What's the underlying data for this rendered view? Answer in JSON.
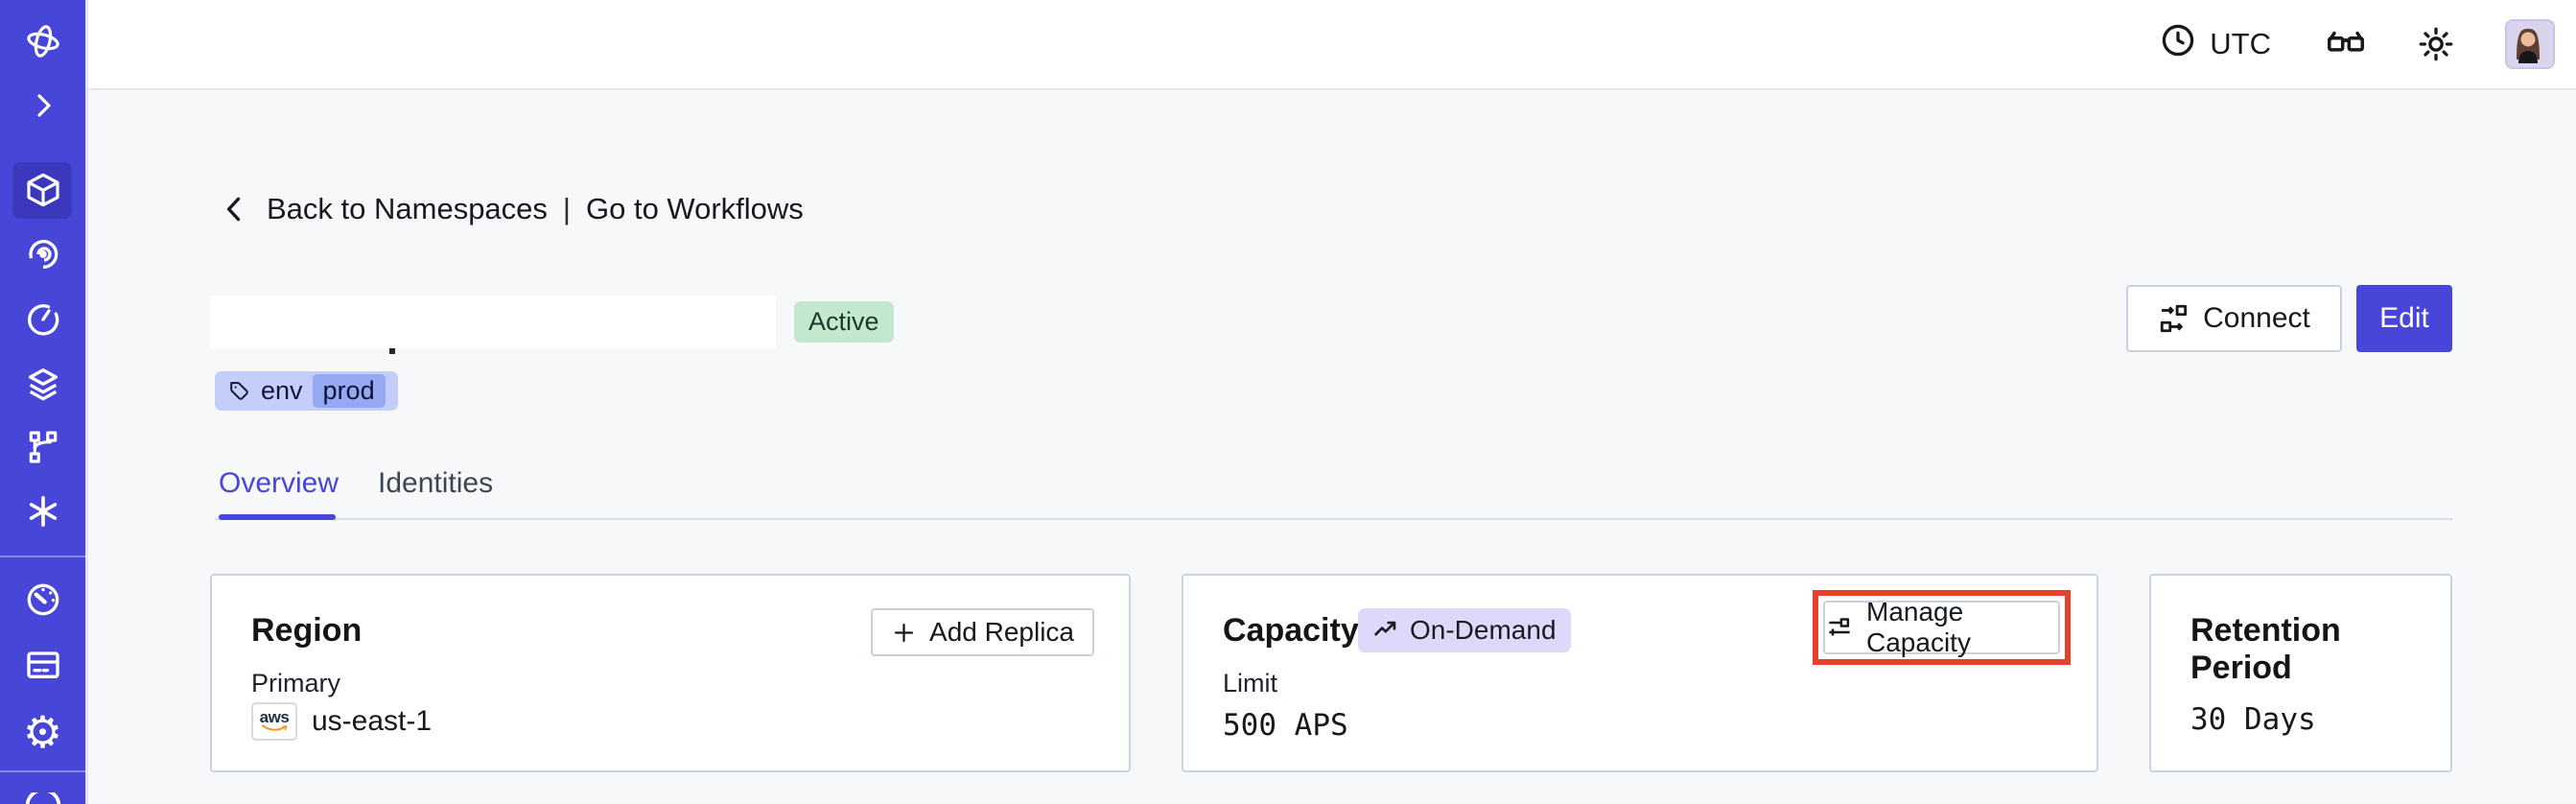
{
  "topbar": {
    "timezone": "UTC",
    "icons": [
      "clock-icon",
      "reader-view-icon",
      "brightness-icon",
      "user-avatar"
    ]
  },
  "sidebar": {
    "items": [
      {
        "icon": "temporal-logo",
        "active": false
      },
      {
        "icon": "chevron-right-icon",
        "active": false
      },
      {
        "icon": "cube-icon",
        "active": true
      },
      {
        "icon": "spiral-icon",
        "active": false
      },
      {
        "icon": "timer-icon",
        "active": false
      },
      {
        "icon": "layers-icon",
        "active": false
      },
      {
        "icon": "branch-icon",
        "active": false
      },
      {
        "icon": "asterisk-icon",
        "active": false
      },
      {
        "icon": "gauge-icon",
        "active": false
      },
      {
        "icon": "credit-card-icon",
        "active": false
      },
      {
        "icon": "gear-icon",
        "active": false
      },
      {
        "icon": "partial-circle-icon",
        "active": false
      }
    ],
    "gear_glyph": "⚙"
  },
  "breadcrumb": {
    "back_label": "Back to Namespaces",
    "separator": "|",
    "workflows_label": "Go to Workflows"
  },
  "header": {
    "status": "Active",
    "tag_key": "env",
    "tag_value": "prod",
    "connect_label": "Connect",
    "edit_label": "Edit"
  },
  "tabs": [
    {
      "label": "Overview",
      "active": true
    },
    {
      "label": "Identities",
      "active": false
    }
  ],
  "cards": {
    "region": {
      "title": "Region",
      "add_replica_label": "Add Replica",
      "primary_label": "Primary",
      "provider": "aws",
      "value": "us-east-1"
    },
    "capacity": {
      "title": "Capacity",
      "badge": "On-Demand",
      "manage_label": "Manage Capacity",
      "limit_label": "Limit",
      "value": "500 APS",
      "highlighted": true
    },
    "retention": {
      "title": "Retention Period",
      "value": "30 Days"
    }
  },
  "colors": {
    "sidebar": "#4845d9",
    "sidebar_active": "#3b38be",
    "accent": "#4845d9",
    "status_badge_bg": "#c3e8cd",
    "tag_bg": "#c3cffa",
    "tag_chip_bg": "#94a9f2",
    "ondemand_bg": "#e0d8fa",
    "annotation_red": "#e5412d",
    "aws_orange": "#f59921",
    "page_bg": "#f7f8fa"
  }
}
